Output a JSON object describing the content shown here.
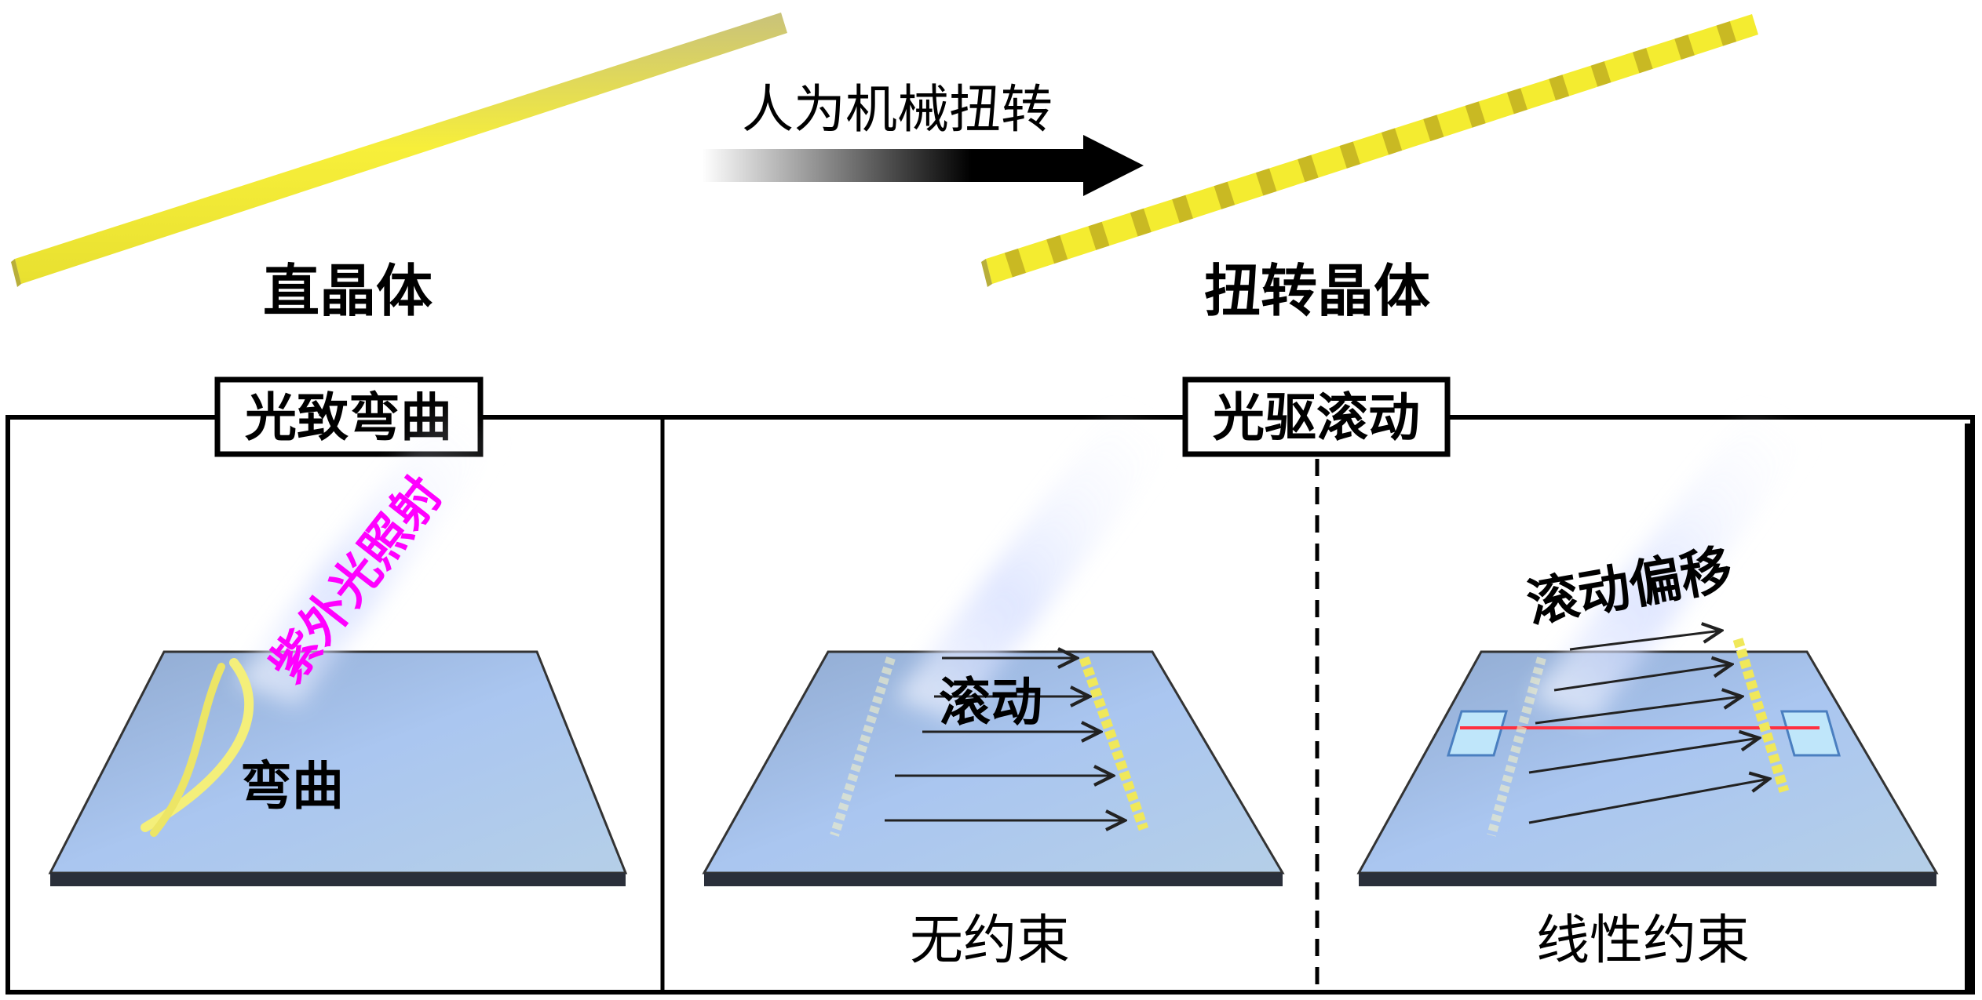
{
  "top": {
    "straight_label": "直晶体",
    "process_label": "人为机械扭转",
    "twisted_label": "扭转晶体"
  },
  "panels": {
    "left_title": "光致弯曲",
    "right_title": "光驱滚动",
    "uv_label": "紫外光照射",
    "bend_label": "弯曲",
    "roll_label": "滚动",
    "roll_offset_label": "滚动偏移",
    "unconstrained_label": "无约束",
    "linear_constraint_label": "线性约束"
  },
  "colors": {
    "crystal": "#f5ee3a",
    "uv_text": "#ff00ff",
    "plate": "#a9c4e8",
    "constraint_line": "#ff3040",
    "pad": "#bfe6fa"
  }
}
